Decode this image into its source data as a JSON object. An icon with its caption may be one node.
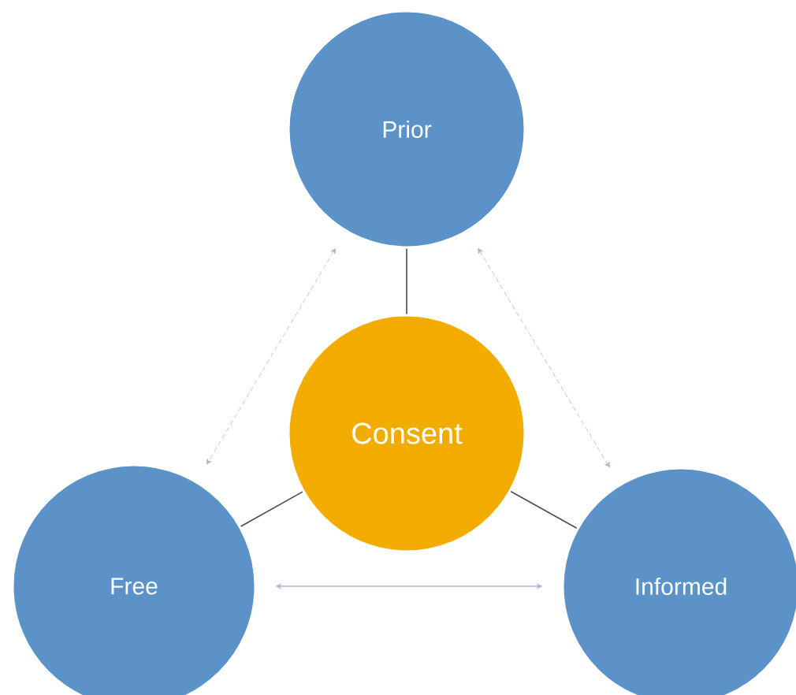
{
  "diagram": {
    "nodes": [
      {
        "text": [
          "Prior"
        ]
      },
      {
        "text": [
          "Consent"
        ]
      },
      {
        "text": [
          "Free"
        ]
      },
      {
        "text": [
          "Informed"
        ]
      }
    ],
    "edges": [
      {
        "from": 1,
        "to": 0,
        "arrow": "none"
      },
      {
        "from": 1,
        "to": 2,
        "arrow": "none"
      },
      {
        "from": 1,
        "to": 3,
        "arrow": "none"
      },
      {
        "from": 0,
        "to": 2,
        "arrow": "both",
        "style": "dashed",
        "color": "#a9b8d0"
      },
      {
        "from": 0,
        "to": 3,
        "arrow": "both",
        "style": "dashed",
        "color": "#a9b8d0"
      },
      {
        "from": 2,
        "to": 3,
        "arrow": "both",
        "color": "#a9b8d0"
      }
    ]
  }
}
